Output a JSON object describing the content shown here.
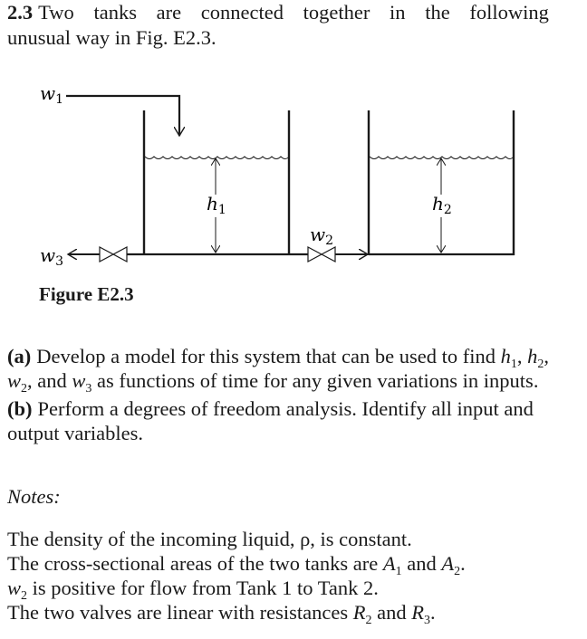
{
  "problem": {
    "number": "2.3",
    "statement_line1_words": [
      "Two",
      "tanks",
      "are",
      "connected",
      "together",
      "in",
      "the",
      "following"
    ],
    "statement_line2": "unusual way in Fig. E2.3."
  },
  "figure": {
    "caption": "Figure E2.3",
    "labels": {
      "w1": {
        "base": "w",
        "sub": "1"
      },
      "w2": {
        "base": "w",
        "sub": "2"
      },
      "w3": {
        "base": "w",
        "sub": "3"
      },
      "h1": {
        "base": "h",
        "sub": "1"
      },
      "h2": {
        "base": "h",
        "sub": "2"
      }
    },
    "components": [
      "tank-1",
      "tank-2",
      "valve-w2",
      "valve-w3",
      "inlet-w1",
      "outlet-w3"
    ]
  },
  "parts": [
    {
      "tag": "(a)",
      "text_pre": "Develop a model for this system that can be used to find",
      "vars": [
        {
          "base": "h",
          "sub": "1",
          "after": ", "
        },
        {
          "base": "h",
          "sub": "2",
          "after": ", "
        },
        {
          "base": "w",
          "sub": "2",
          "after": ", and "
        },
        {
          "base": "w",
          "sub": "3",
          "after": ""
        }
      ],
      "text_post": " as functions of time for any given variations in inputs."
    },
    {
      "tag": "(b)",
      "text": "Perform a degrees of freedom analysis. Identify all input and output variables."
    }
  ],
  "notes": {
    "heading": "Notes:",
    "items": [
      {
        "text": "The density of the incoming liquid, ρ, is constant."
      },
      {
        "pre": "The cross-sectional areas of the two tanks are ",
        "v1": "A",
        "s1": "1",
        "mid": " and ",
        "v2": "A",
        "s2": "2",
        "post": "."
      },
      {
        "v1": "w",
        "s1": "2",
        "post": " is positive for flow from Tank 1 to Tank 2."
      },
      {
        "pre": "The two valves are linear with resistances ",
        "v1": "R",
        "s1": "2",
        "mid": " and ",
        "v2": "R",
        "s2": "3",
        "post": "."
      }
    ]
  },
  "colors": {
    "text": "#1a1a1a",
    "line": "#1a1a1a",
    "background": "#ffffff"
  }
}
